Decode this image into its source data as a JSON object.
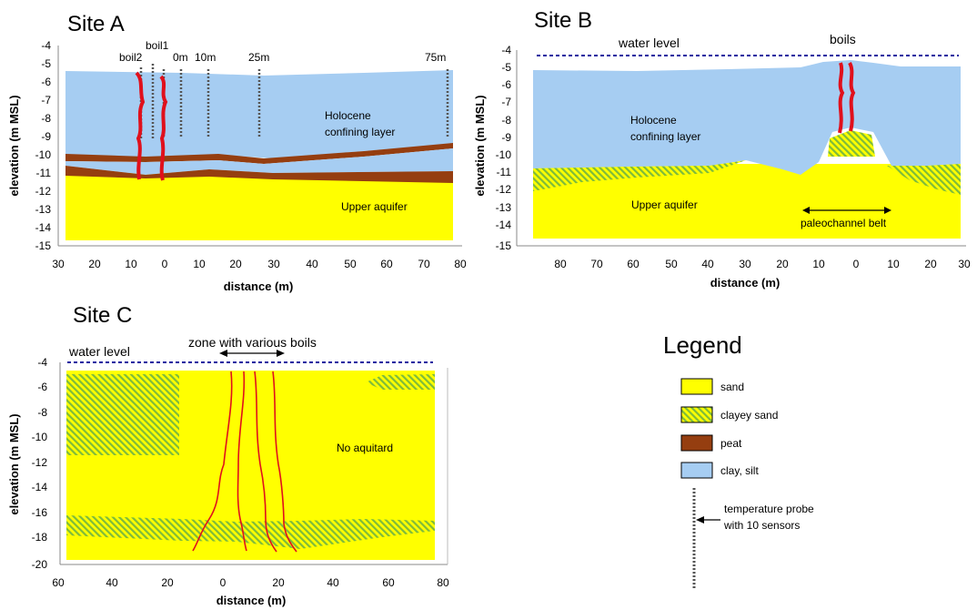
{
  "colors": {
    "sand": "#ffff00",
    "clay_silt": "#a6cdf2",
    "peat": "#953e10",
    "clayey_sand_stripe": "#7dbb3c",
    "boil": "#e0101c",
    "water_level": "#1a1aa0"
  },
  "site_a": {
    "title": "Site A",
    "ylabel": "elevation (m MSL)",
    "xlabel": "distance (m)",
    "yticks": [
      "-4",
      "-5",
      "-6",
      "-7",
      "-8",
      "-9",
      "-10",
      "-11",
      "-12",
      "-13",
      "-14",
      "-15"
    ],
    "xticks": [
      "30",
      "20",
      "10",
      "0",
      "10",
      "20",
      "30",
      "40",
      "50",
      "60",
      "70",
      "80"
    ],
    "probe_labels": [
      "boil2",
      "boil1",
      "0m",
      "10m",
      "25m",
      "75m"
    ],
    "layer_labels": [
      "Holocene",
      "confining layer",
      "Upper aquifer"
    ]
  },
  "site_b": {
    "title": "Site B",
    "ylabel": "elevation (m MSL)",
    "xlabel": "distance (m)",
    "yticks": [
      "-4",
      "-5",
      "-6",
      "-7",
      "-8",
      "-9",
      "-10",
      "-11",
      "-12",
      "-13",
      "-14",
      "-15"
    ],
    "xticks": [
      "80",
      "70",
      "60",
      "50",
      "40",
      "30",
      "20",
      "10",
      "0",
      "10",
      "20",
      "30"
    ],
    "water_level": "water level",
    "boils": "boils",
    "layer_labels": [
      "Holocene",
      "confining layer",
      "Upper aquifer"
    ],
    "paleochannel": "paleochannel belt"
  },
  "site_c": {
    "title": "Site C",
    "ylabel": "elevation (m MSL)",
    "xlabel": "distance (m)",
    "yticks": [
      "-4",
      "-6",
      "-8",
      "-10",
      "-12",
      "-14",
      "-16",
      "-18",
      "-20"
    ],
    "xticks": [
      "60",
      "40",
      "20",
      "0",
      "20",
      "40",
      "60",
      "80"
    ],
    "water_level": "water level",
    "zone": "zone with various boils",
    "no_aquitard": "No aquitard"
  },
  "legend": {
    "title": "Legend",
    "items": [
      {
        "label": "sand",
        "swatch": "sand"
      },
      {
        "label": "clayey sand",
        "swatch": "clayey_sand"
      },
      {
        "label": "peat",
        "swatch": "peat"
      },
      {
        "label": "clay, silt",
        "swatch": "clay_silt"
      }
    ],
    "probe_line1": "temperature probe",
    "probe_line2": "with 10 sensors"
  }
}
